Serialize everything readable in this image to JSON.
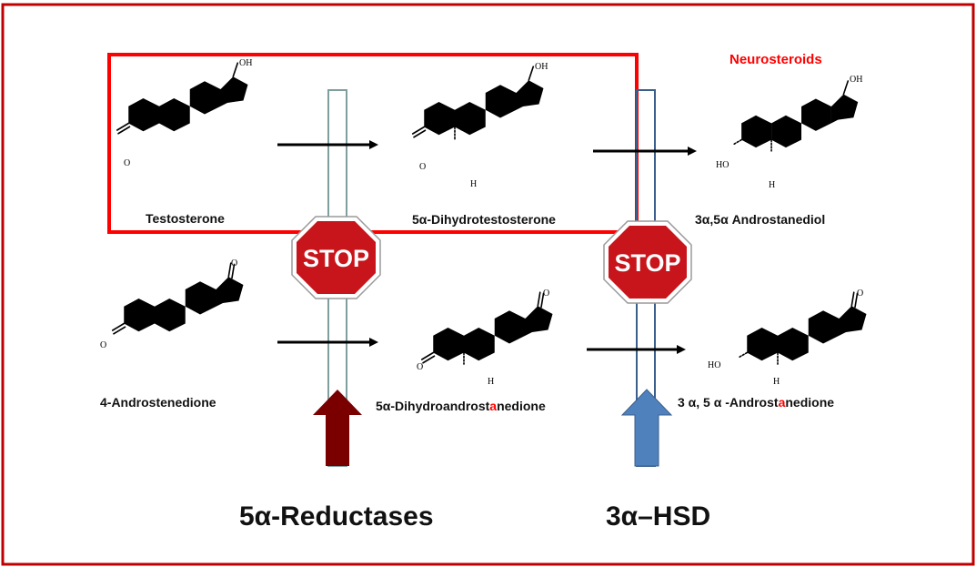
{
  "colors": {
    "frame": "#c00000",
    "box": "#ff0000",
    "highlight": "#ff0000",
    "stop_fill": "#c8141b",
    "reductase_arrow": "#7a0000",
    "hsd_arrow": "#4f81bd",
    "hsd_channel": "#3b5f8c",
    "reductase_channel": "#7f9f9f"
  },
  "labels": {
    "neurosteroids": "Neurosteroids",
    "stop_left": "STOP",
    "stop_right": "STOP"
  },
  "compounds": {
    "testosterone": "Testosterone",
    "dht": "5α-Dihydrotestosterone",
    "androstanediol": "3α,5α Androstanediol",
    "androstenedione": "4-Androstenedione",
    "dhad_prefix": "5α-Dihydroandrost",
    "dhad_highlight": "a",
    "dhad_suffix": "nedione",
    "aad_prefix": "3 α, 5 α -Androst",
    "aad_highlight": "a",
    "aad_suffix": "nedione"
  },
  "atoms": {
    "oh": "OH",
    "ho": "HO",
    "o": "O",
    "h": "H"
  },
  "enzymes": {
    "reductase": "5α-Reductases",
    "hsd": "3α–HSD"
  }
}
